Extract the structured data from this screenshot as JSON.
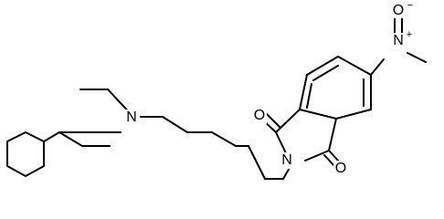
{
  "molecule": {
    "atoms": {
      "amine_n": "N",
      "imide_n": "N",
      "carbonyl_o_top": "O",
      "carbonyl_o_bottom": "O",
      "nitro_n": "N",
      "nitro_n_charge": "+",
      "nitro_o": "O",
      "nitro_o_charge": "−"
    }
  }
}
